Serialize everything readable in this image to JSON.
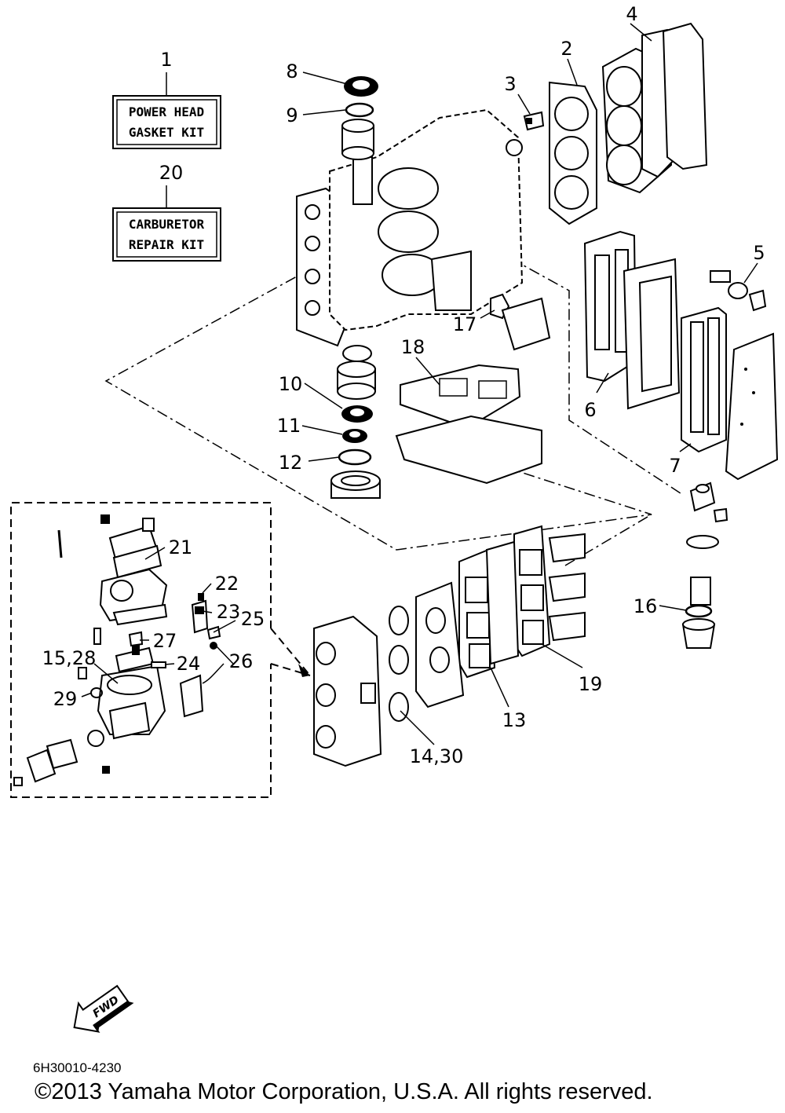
{
  "kits": [
    {
      "number": "1",
      "line1": "POWER HEAD",
      "line2": "GASKET KIT"
    },
    {
      "number": "20",
      "line1": "CARBURETOR",
      "line2": "REPAIR KIT"
    }
  ],
  "callouts": {
    "c2": "2",
    "c3": "3",
    "c4": "4",
    "c5": "5",
    "c6": "6",
    "c7": "7",
    "c8": "8",
    "c9": "9",
    "c10": "10",
    "c11": "11",
    "c12": "12",
    "c13": "13",
    "c14_30": "14,30",
    "c15_28": "15,28",
    "c16": "16",
    "c17": "17",
    "c18": "18",
    "c19": "19",
    "c21": "21",
    "c22": "22",
    "c23": "23",
    "c24": "24",
    "c25": "25",
    "c26": "26",
    "c27": "27",
    "c29": "29"
  },
  "fwd_arrow": {
    "label": "FWD"
  },
  "footer": {
    "doc_code": "6H30010-4230",
    "copyright": "©2013 Yamaha Motor Corporation, U.S.A. All rights reserved."
  }
}
